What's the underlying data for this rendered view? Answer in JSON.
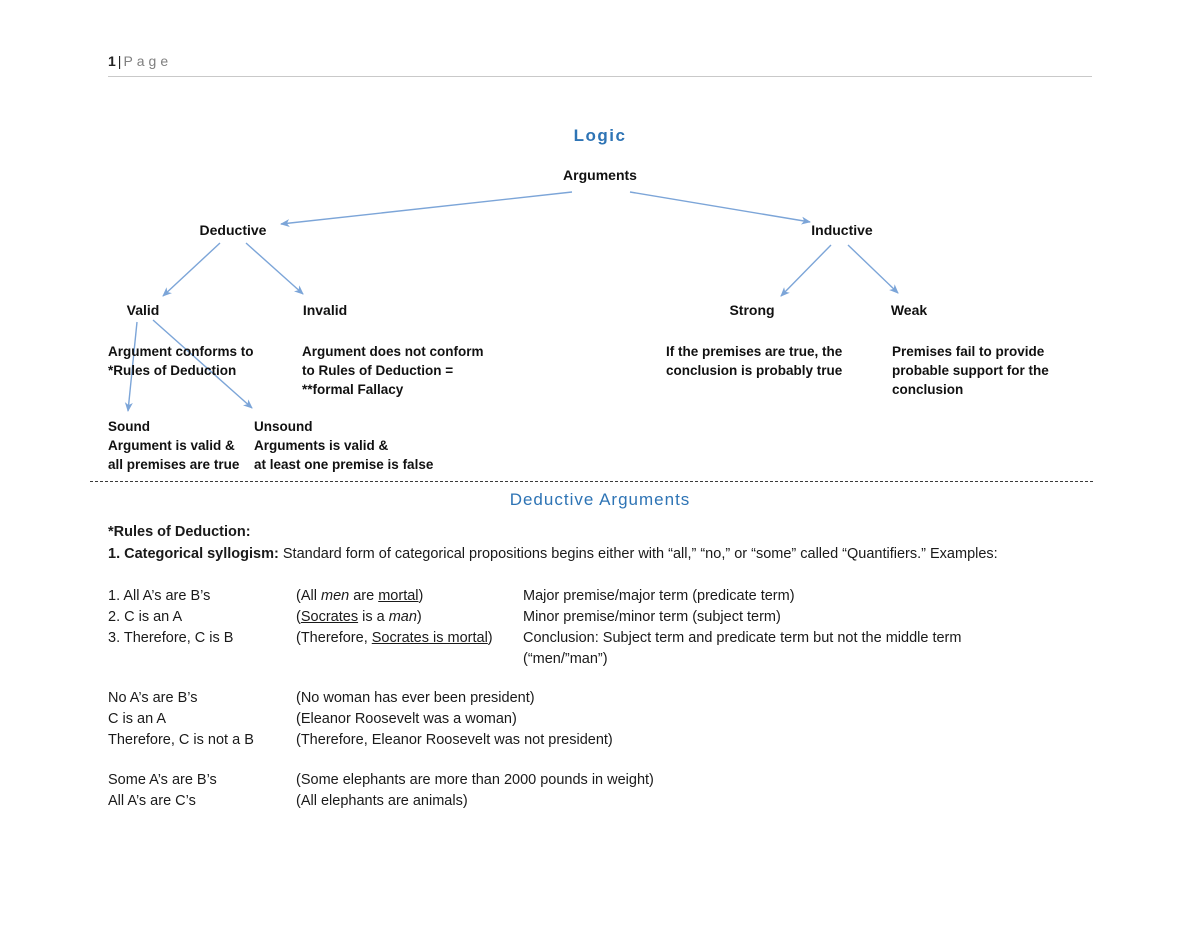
{
  "colors": {
    "accent_blue": "#2E74B5",
    "arrow_blue": "#7CA5D8",
    "header_gray": "#7f7f7f"
  },
  "header": {
    "page_number": "1",
    "separator": "|",
    "page_label": "Page"
  },
  "diagram": {
    "title": "Logic",
    "root_label": "Arguments",
    "deductive_label": "Deductive",
    "inductive_label": "Inductive",
    "valid_label": "Valid",
    "invalid_label": "Invalid",
    "strong_label": "Strong",
    "weak_label": "Weak",
    "valid_desc": "Argument conforms to\n*Rules of Deduction",
    "invalid_desc": "Argument does not conform\nto Rules of Deduction =\n**formal Fallacy",
    "strong_desc": "If the premises are true, the\nconclusion is probably true",
    "weak_desc": "Premises fail to provide\nprobable support for the\nconclusion",
    "sound_block": "Sound\nArgument is valid &\nall premises are true",
    "unsound_block": "Unsound\nArguments is valid &\nat least one premise is false"
  },
  "section": {
    "heading": "Deductive Arguments",
    "rules_title": "*Rules of Deduction:",
    "rule1_label": "1. Categorical syllogism:",
    "rule1_text": " Standard form of categorical propositions begins either with “all,” “no,” or “some” called “Quantifiers.” Examples:"
  },
  "example1": {
    "rows": [
      {
        "c1": [
          {
            "t": "1. All A’s are B’s"
          }
        ],
        "c2": [
          {
            "t": "(All "
          },
          {
            "t": "men",
            "s": "i"
          },
          {
            "t": " are "
          },
          {
            "t": "mortal",
            "s": "u"
          },
          {
            "t": ")"
          }
        ],
        "c3": [
          {
            "t": "Major premise/major term (predicate term)"
          }
        ]
      },
      {
        "c1": [
          {
            "t": "2. C is an A"
          }
        ],
        "c2": [
          {
            "t": "("
          },
          {
            "t": "Socrates",
            "s": "u"
          },
          {
            "t": " is a "
          },
          {
            "t": "man",
            "s": "i"
          },
          {
            "t": ")"
          }
        ],
        "c3": [
          {
            "t": "Minor premise/minor term (subject term)"
          }
        ]
      },
      {
        "c1": [
          {
            "t": "3. Therefore, C is B"
          }
        ],
        "c2": [
          {
            "t": "(Therefore, "
          },
          {
            "t": "Socrates is mortal",
            "s": "u"
          },
          {
            "t": ")"
          }
        ],
        "c3": [
          {
            "t": "Conclusion: Subject term and predicate term but not the middle term\n(“men/”man”)"
          }
        ]
      }
    ]
  },
  "example2": {
    "rows": [
      {
        "c1": "No A’s are B’s",
        "c2": "(No woman has ever been president)"
      },
      {
        "c1": "C is an A",
        "c2": "(Eleanor Roosevelt was a woman)"
      },
      {
        "c1": "Therefore, C is not a B",
        "c2": "(Therefore, Eleanor Roosevelt was not president)"
      }
    ]
  },
  "example3": {
    "rows": [
      {
        "c1": "Some A’s are B’s",
        "c2": "(Some elephants are more than 2000 pounds in weight)"
      },
      {
        "c1": "All A’s are C’s",
        "c2": "(All elephants are animals)"
      }
    ]
  }
}
